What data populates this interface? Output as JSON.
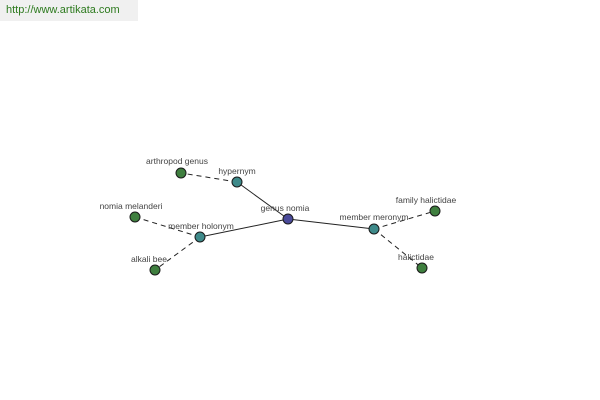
{
  "watermark": {
    "url": "http://www.artikata.com"
  },
  "colors": {
    "center_node": "#4a4a9a",
    "relation_node": "#3e8a8a",
    "leaf_node": "#3f7f3f",
    "node_stroke": "#1a1a1a",
    "edge": "#222222",
    "label": "#444444",
    "watermark_text": "#2d7a1e",
    "watermark_bg": "#f0f0f0"
  },
  "graph": {
    "center": {
      "id": "genus-nomia",
      "label": "genus nomia"
    },
    "relations": [
      {
        "id": "hypernym",
        "label": "hypernym",
        "leaves": [
          {
            "id": "arthropod-genus",
            "label": "arthropod genus"
          }
        ]
      },
      {
        "id": "member-holonym",
        "label": "member holonym",
        "leaves": [
          {
            "id": "nomia-melanderi",
            "label": "nomia melanderi"
          },
          {
            "id": "alkali-bee",
            "label": "alkali bee"
          }
        ]
      },
      {
        "id": "member-meronym",
        "label": "member meronym",
        "leaves": [
          {
            "id": "family-halictidae",
            "label": "family halictidae"
          },
          {
            "id": "halictidae",
            "label": "halictidae"
          }
        ]
      }
    ]
  }
}
